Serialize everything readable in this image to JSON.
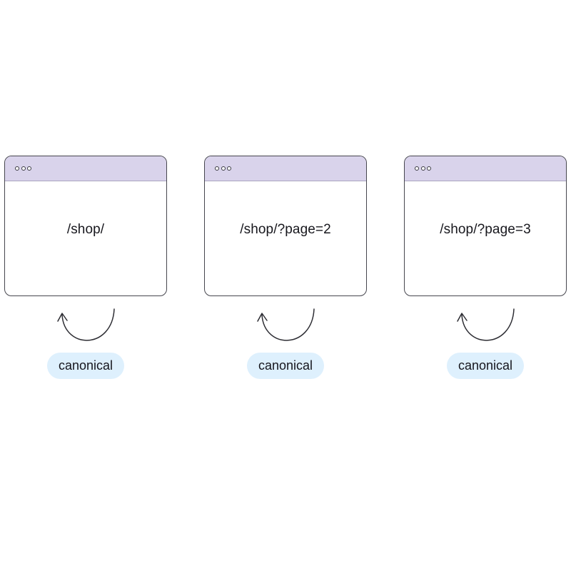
{
  "colors": {
    "background": "#ffffff",
    "window_border": "#46464e",
    "titlebar_bg": "#d9d3eb",
    "titlebar_divider": "#aaa4bf",
    "dot_stroke": "#3a3a42",
    "dot_fill": "#ffffff",
    "url_text": "#17171d",
    "arrow_stroke": "#2d2d33",
    "badge_bg": "#def0fd",
    "badge_text": "#15151c"
  },
  "icons": {
    "window_controls": "three-dot-window-controls-icon",
    "loop_arrow": "self-referencing-loop-arrow-icon"
  },
  "units": [
    {
      "url": "/shop/",
      "badge": "canonical"
    },
    {
      "url": "/shop/?page=2",
      "badge": "canonical"
    },
    {
      "url": "/shop/?page=3",
      "badge": "canonical"
    }
  ]
}
